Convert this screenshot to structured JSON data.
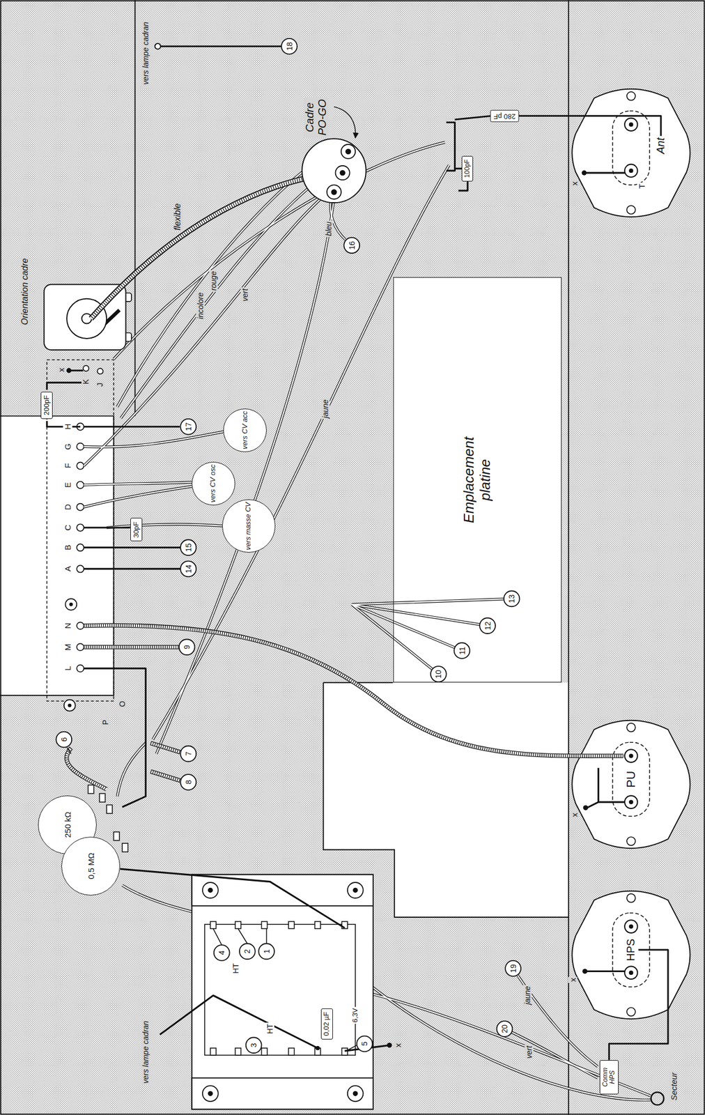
{
  "diagram": {
    "nodes": [
      {
        "text": [
          "vers CV acc"
        ]
      },
      {
        "text": [
          "vers CV osc"
        ]
      },
      {
        "text": [
          "vers masse CV"
        ]
      },
      {
        "text": [
          "Ant"
        ]
      },
      {
        "text": [
          "Emplacement platine"
        ]
      },
      {
        "text": [
          "250 kΩ"
        ]
      },
      {
        "text": [
          "0,5 MΩ"
        ]
      },
      {
        "text": [
          "PU"
        ]
      },
      {
        "text": [
          "HPS"
        ]
      },
      {
        "text": [
          "Comm HPS"
        ]
      },
      {
        "text": [
          "280 pF"
        ]
      },
      {
        "text": [
          "100pF"
        ]
      },
      {
        "text": [
          "200pF"
        ]
      },
      {
        "text": [
          "30pF"
        ]
      },
      {
        "text": [
          "0,02 µF"
        ]
      }
    ],
    "edges": [
      {
        "from": 10,
        "to": 3,
        "arrow": "none"
      },
      {
        "from": 8,
        "to": 9,
        "arrow": "none"
      }
    ],
    "labels": [
      "vers lampe cadran",
      "18",
      "Cadre PO-GO",
      "flexible",
      "Orientation cadre",
      "incolore",
      "rouge",
      "vert",
      "bleu",
      "16",
      "jaune",
      "T",
      "x",
      "x",
      "K",
      "J",
      "H",
      "G",
      "F",
      "E",
      "D",
      "C",
      "B",
      "A",
      "17",
      "15",
      "14",
      "N",
      "M",
      "L",
      "9",
      "10",
      "11",
      "12",
      "13",
      "O",
      "P",
      "6",
      "7",
      "8",
      "x",
      "x",
      "19",
      "jaune",
      "20",
      "vert",
      "Secteur",
      "1",
      "2",
      "4",
      "HT",
      "3",
      "HT",
      "6,3V",
      "5",
      "x",
      "vers lampe cadran"
    ]
  }
}
